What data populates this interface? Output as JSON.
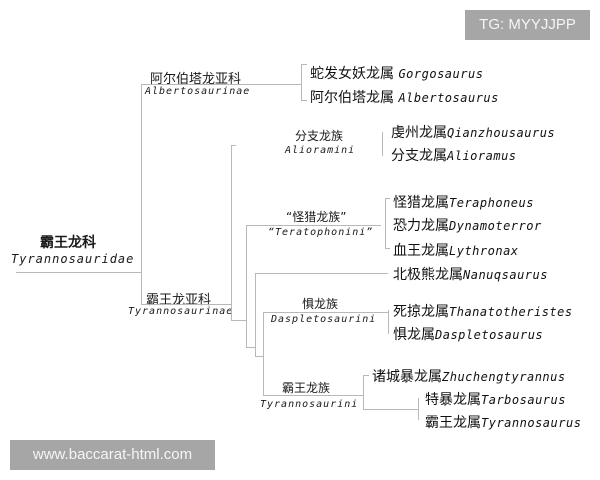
{
  "watermark_top": "TG: MYYJJPP",
  "watermark_bottom": "www.baccarat-html.com",
  "root": {
    "cn": "霸王龙科",
    "la": "Tyrannosauridae"
  },
  "albertosaurinae": {
    "cn": "阿尔伯塔龙亚科",
    "la": "Albertosaurinae",
    "genera": [
      {
        "cn": "蛇发女妖龙属",
        "la": "Gorgosaurus"
      },
      {
        "cn": "阿尔伯塔龙属",
        "la": "Albertosaurus"
      }
    ]
  },
  "tyrannosaurinae": {
    "cn": "霸王龙亚科",
    "la": "Tyrannosaurinae"
  },
  "alioramini": {
    "cn": "分支龙族",
    "la": "Alioramini",
    "genera": [
      {
        "cn": "虔州龙属",
        "la": "Qianzhousaurus"
      },
      {
        "cn": "分支龙属",
        "la": "Alioramus"
      }
    ]
  },
  "teratophonini": {
    "cn": "“怪猎龙族”",
    "la": "“Teratophonini”",
    "genera": [
      {
        "cn": "怪猎龙属",
        "la": "Teraphoneus"
      },
      {
        "cn": "恐力龙属",
        "la": "Dynamoterror"
      },
      {
        "cn": "血王龙属",
        "la": "Lythronax"
      }
    ]
  },
  "nanuqsaurus": {
    "cn": "北极熊龙属",
    "la": "Nanuqsaurus"
  },
  "daspletosaurini": {
    "cn": "惧龙族",
    "la": "Daspletosaurini",
    "genera": [
      {
        "cn": "死掠龙属",
        "la": "Thanatotheristes"
      },
      {
        "cn": "惧龙属",
        "la": "Daspletosaurus"
      }
    ]
  },
  "tyrannosaurini": {
    "cn": "霸王龙族",
    "la": "Tyrannosaurini",
    "genera": [
      {
        "cn": "诸城暴龙属",
        "la": "Zhuchengtyrannus"
      },
      {
        "cn": "特暴龙属",
        "la": "Tarbosaurus"
      },
      {
        "cn": "霸王龙属",
        "la": "Tyrannosaurus"
      }
    ]
  }
}
